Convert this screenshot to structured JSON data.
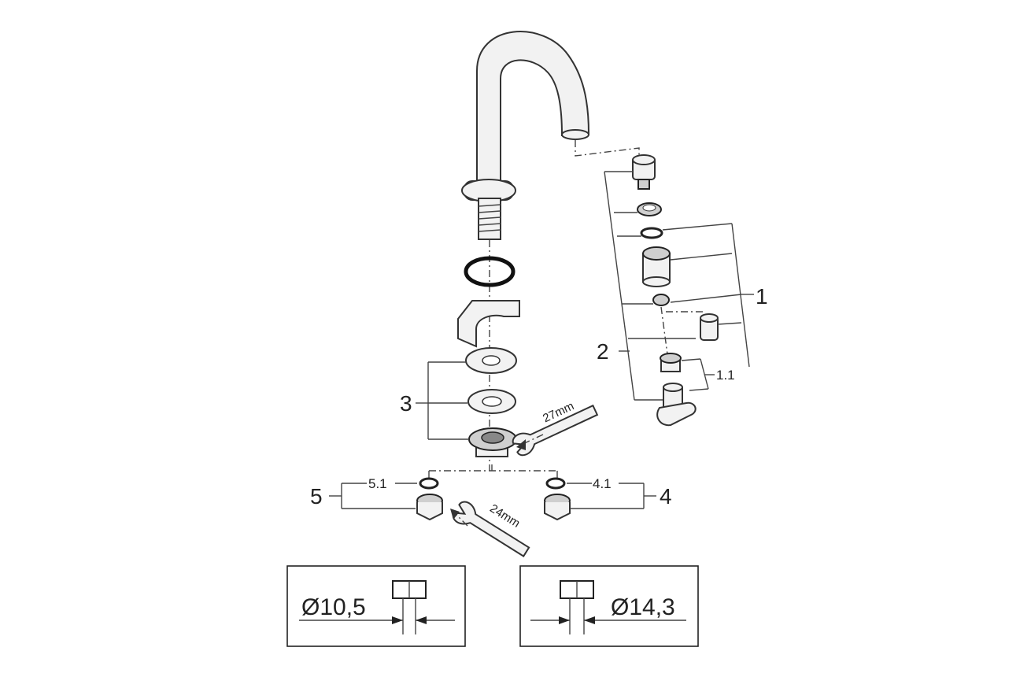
{
  "labels": {
    "p1": "1",
    "p1_1": "1.1",
    "p2": "2",
    "p3": "3",
    "p4": "4",
    "p4_1": "4.1",
    "p5": "5",
    "p5_1": "5.1"
  },
  "wrenches": {
    "upper": "27mm",
    "lower": "24mm"
  },
  "dimensions": {
    "left": "Ø10,5",
    "right": "Ø14,3"
  },
  "icons": [
    "wrench-icon",
    "pipe-fitting-icon"
  ]
}
